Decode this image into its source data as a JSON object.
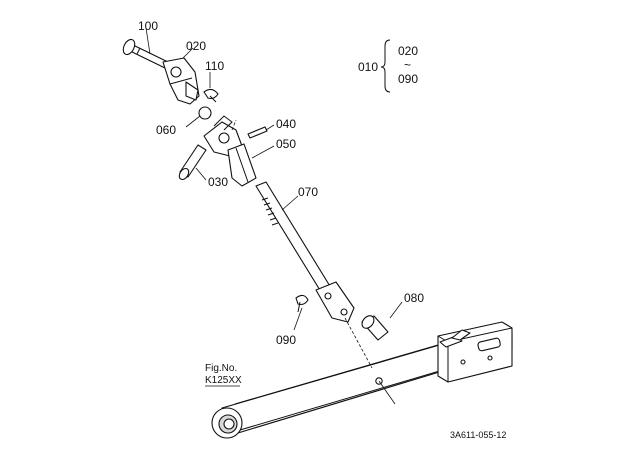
{
  "diagram": {
    "figure_no_label": "Fig.No.",
    "figure_no_value": "K125XX",
    "drawing_code": "3A611-055-12",
    "assembly": {
      "label": "010",
      "range_start": "020",
      "range_sep": "~",
      "range_end": "090"
    },
    "parts": [
      {
        "id": "p100",
        "label": "100"
      },
      {
        "id": "p020",
        "label": "020"
      },
      {
        "id": "p110",
        "label": "110"
      },
      {
        "id": "p060",
        "label": "060"
      },
      {
        "id": "p040",
        "label": "040"
      },
      {
        "id": "p050",
        "label": "050"
      },
      {
        "id": "p030",
        "label": "030"
      },
      {
        "id": "p070",
        "label": "070"
      },
      {
        "id": "p080",
        "label": "080"
      },
      {
        "id": "p090",
        "label": "090"
      }
    ]
  }
}
